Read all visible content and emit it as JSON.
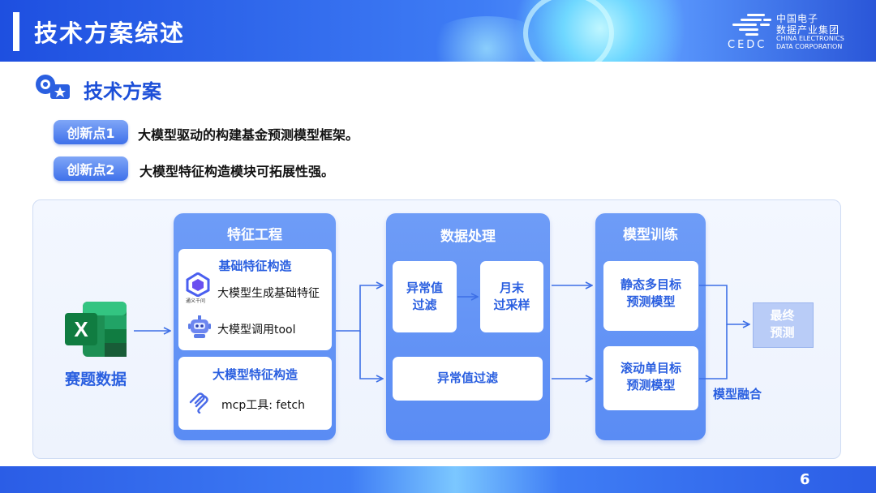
{
  "header": {
    "title": "技术方案综述",
    "logo": {
      "cn_line1": "中国电子",
      "cn_line2": "数据产业集团",
      "en_line1": "CHINA ELECTRONICS",
      "en_line2": "DATA CORPORATION",
      "abbr": "CEDC"
    }
  },
  "section": {
    "icon": "lightbulb-star-icon",
    "title": "技术方案"
  },
  "innovations": [
    {
      "label": "创新点1",
      "text": "大模型驱动的构建基金预测模型框架。"
    },
    {
      "label": "创新点2",
      "text": "大模型特征构造模块可拓展性强。"
    }
  ],
  "diagram": {
    "source": {
      "icon": "excel-icon",
      "label": "赛题数据"
    },
    "feature_engineering": {
      "title": "特征工程",
      "basic": {
        "title": "基础特征构造",
        "items": [
          {
            "icon": "tongyi-qianwen-icon",
            "icon_caption": "通义千问",
            "text": "大模型生成基础特征"
          },
          {
            "icon": "robot-icon",
            "text": "大模型调用tool"
          }
        ]
      },
      "llm": {
        "title": "大模型特征构造",
        "items": [
          {
            "icon": "mcp-icon",
            "text": "mcp工具: fetch"
          }
        ]
      }
    },
    "data_processing": {
      "title": "数据处理",
      "steps": [
        "异常值\n过滤",
        "月末\n过采样",
        "异常值过滤"
      ]
    },
    "model_training": {
      "title": "模型训练",
      "models": [
        "静态多目标\n预测模型",
        "滚动单目标\n预测模型"
      ]
    },
    "fusion_label": "模型融合",
    "final": "最终\n预测"
  },
  "colors": {
    "brand_blue": "#2a5fe0",
    "column_blue": "#6e9cf7",
    "final_box": "#b9ccf7"
  },
  "page_number": "6"
}
